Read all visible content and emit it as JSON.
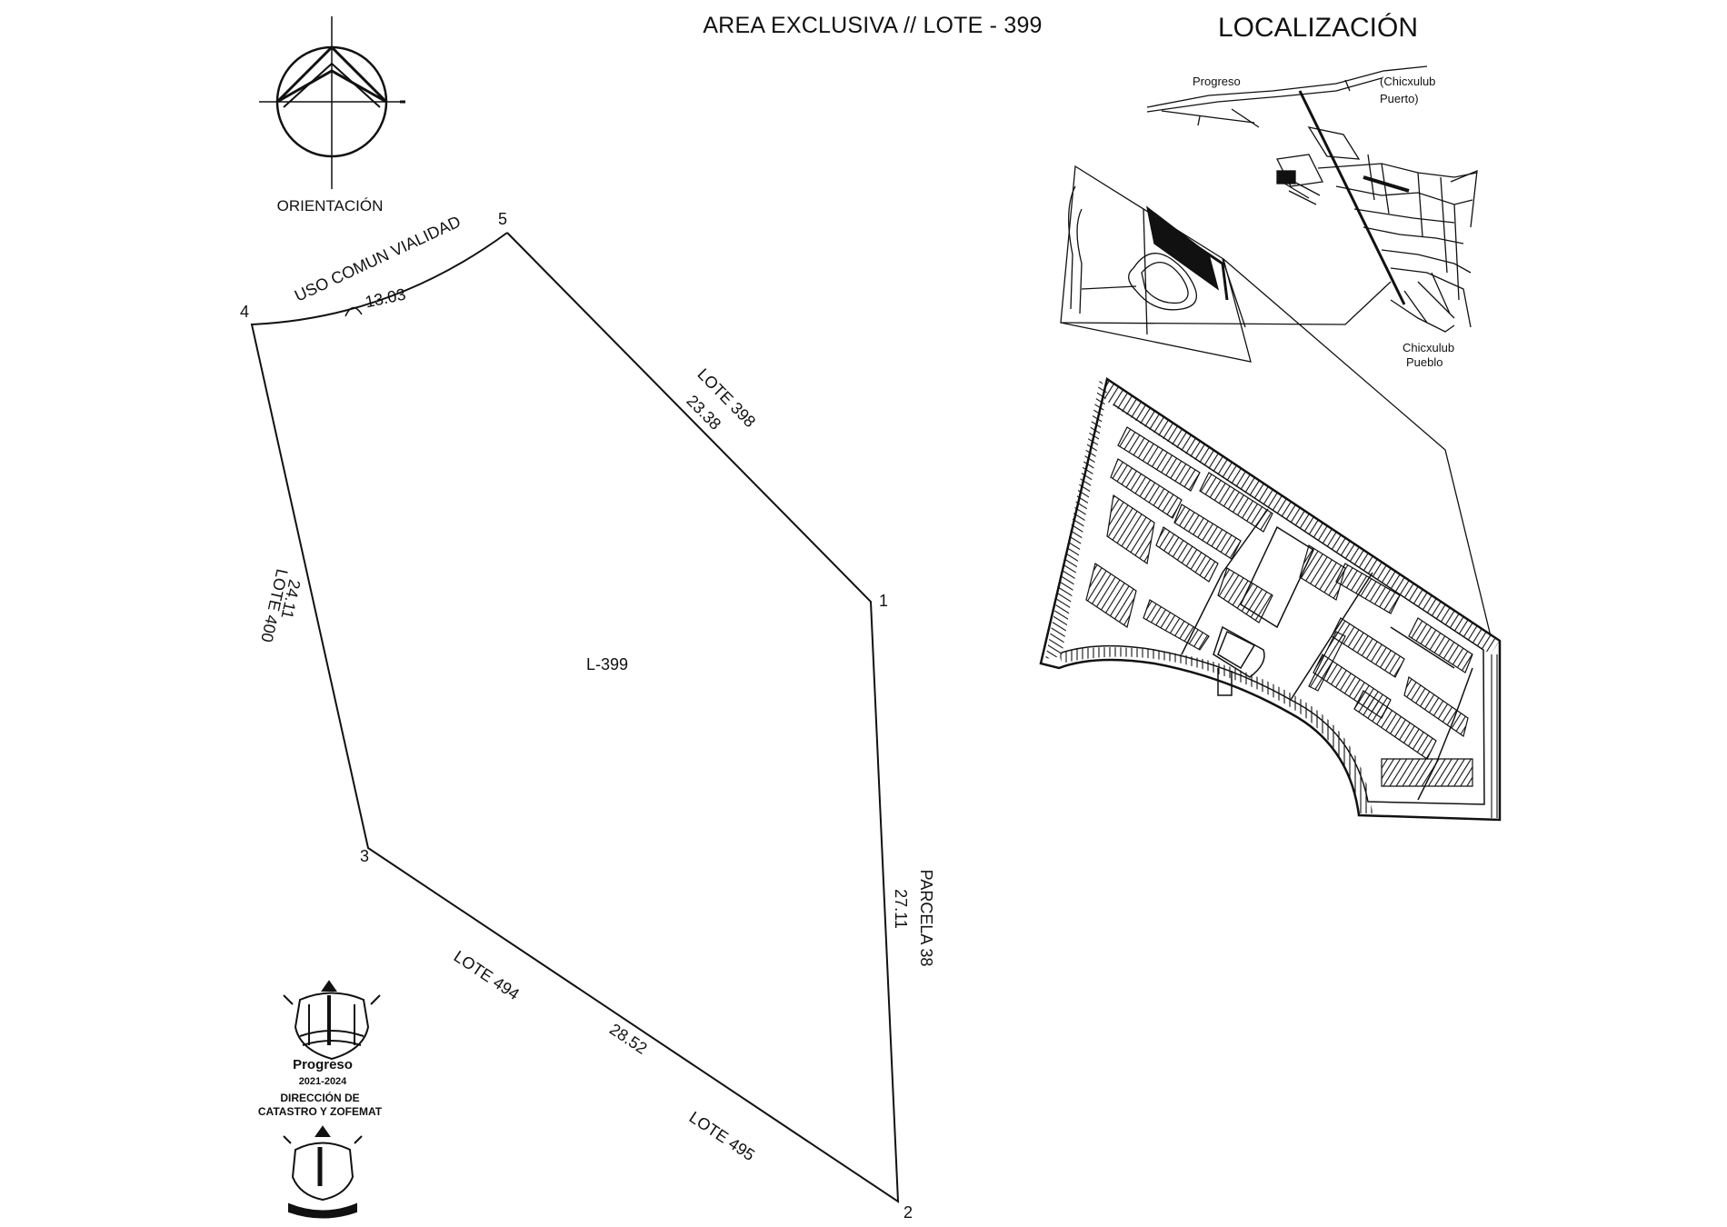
{
  "header": {
    "title": "AREA EXCLUSIVA // LOTE - 399",
    "location_title": "LOCALIZACIÓN"
  },
  "compass": {
    "label": "ORIENTACIÓN"
  },
  "plot": {
    "lot_label": "L-399",
    "vertices": [
      "1",
      "2",
      "3",
      "4",
      "5"
    ],
    "boundaries": [
      {
        "name": "USO COMUN VIALIDAD",
        "length": "13.03"
      },
      {
        "name": "LOTE 398",
        "length": "23.38"
      },
      {
        "name": "PARCELA 38",
        "length": "27.11"
      },
      {
        "name": "LOTE 494",
        "length": "28.52",
        "name2": "LOTE 495"
      },
      {
        "name": "LOTE 400",
        "length": "24.11"
      }
    ]
  },
  "location_map": {
    "places": [
      "Progreso",
      "(Chicxulub",
      "Puerto)",
      "Chicxulub",
      "Pueblo"
    ]
  },
  "seal": {
    "name": "Progreso",
    "period": "2021-2024",
    "dept_line1": "DIRECCIÓN DE",
    "dept_line2": "CATASTRO Y ZOFEMAT"
  }
}
